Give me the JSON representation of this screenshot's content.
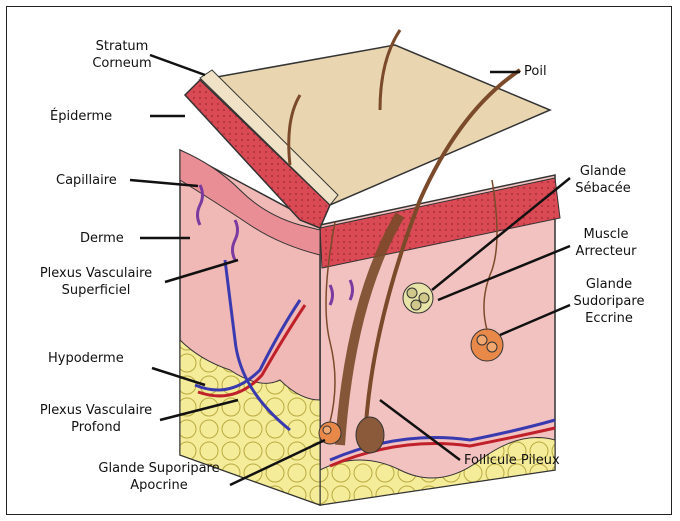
{
  "labels": {
    "stratum_corneum": [
      "Stratum",
      "Corneum"
    ],
    "epiderme": "Épiderme",
    "capillaire": "Capillaire",
    "derme": "Derme",
    "plexus_superficiel": [
      "Plexus Vasculaire",
      "Superficiel"
    ],
    "hypoderme": "Hypoderme",
    "plexus_profond": [
      "Plexus Vasculaire",
      "Profond"
    ],
    "glande_apocrine": [
      "Glande Suporipare",
      "Apocrine"
    ],
    "poil": "Poil",
    "glande_sebacee": [
      "Glande",
      "Sébacée"
    ],
    "muscle_arrecteur": [
      "Muscle",
      "Arrecteur"
    ],
    "glande_eccrine": [
      "Glande",
      "Sudoripare",
      "Eccrine"
    ],
    "follicule_pileux": "Follicule Pileux"
  },
  "colors": {
    "surface": "#e9d6b0",
    "epidermis": "#d94a55",
    "dermis": "#f0b9b6",
    "hypodermis": "#f5ec9a",
    "vein": "#3a3ab0",
    "artery": "#c0202a",
    "hair": "#7a4a2a",
    "gland": "#e8894a"
  }
}
